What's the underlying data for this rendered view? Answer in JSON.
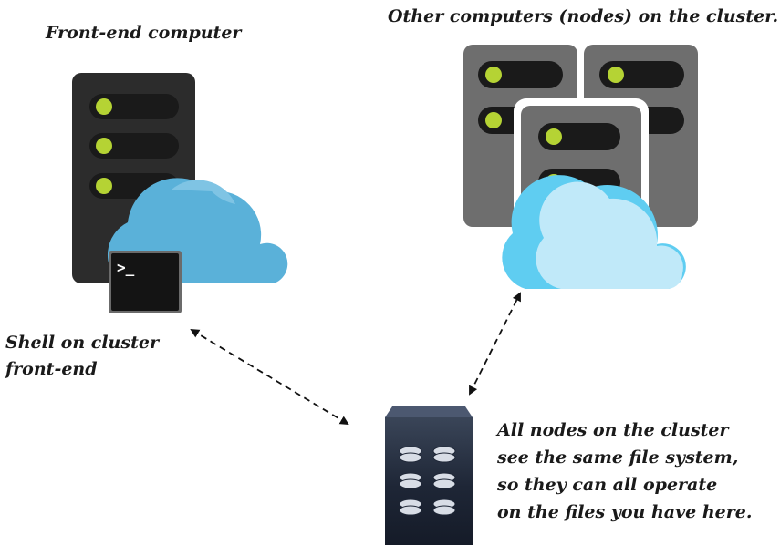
{
  "labels": {
    "front_end_title": "Front-end computer",
    "nodes_title": "Other computers (nodes) on the cluster.",
    "shell_line1": "Shell on cluster",
    "shell_line2": "front-end",
    "fs_line1": "All nodes on the cluster",
    "fs_line2": "see the same file system,",
    "fs_line3": "so they can all operate",
    "fs_line4": "on the files you have here."
  },
  "terminal": {
    "prompt": ">_"
  },
  "icons": {
    "front_end_server": "server-icon",
    "front_end_cloud": "cloud-icon",
    "terminal": "terminal-icon",
    "node_servers": "server-icon",
    "nodes_cloud": "cloud-icon",
    "storage": "storage-icon"
  },
  "colors": {
    "server_dark": "#2c2c2c",
    "server_gray": "#6e6e6e",
    "led": "#b5d334",
    "cloud_blue": "#5ab1d9",
    "cloud_light": "#bfe6f7",
    "storage": "#283244"
  }
}
